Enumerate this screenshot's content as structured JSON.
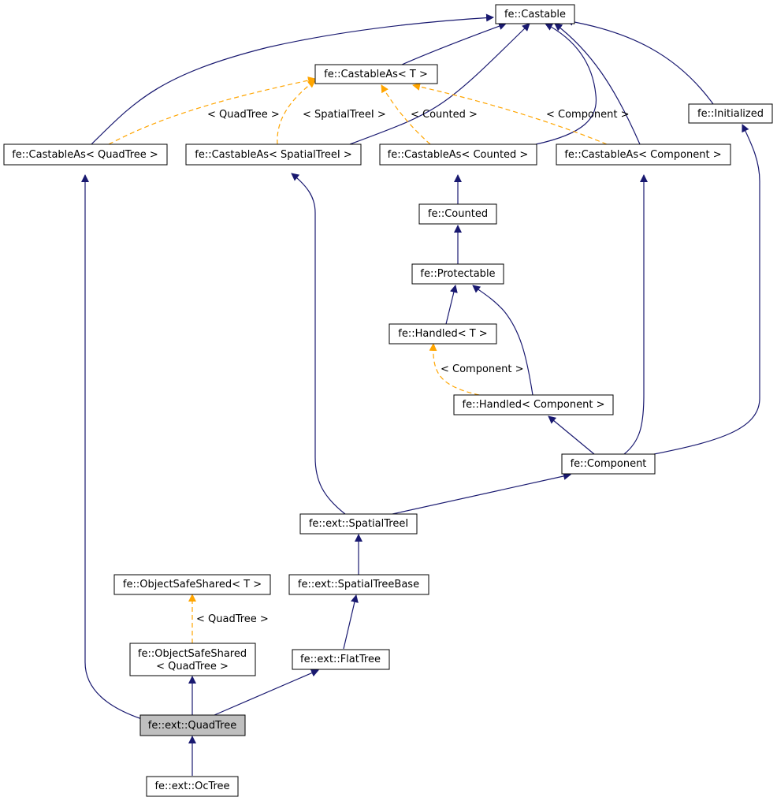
{
  "nodes": {
    "castable": "fe::Castable",
    "castable_as_t": "fe::CastableAs< T >",
    "initialized": "fe::Initialized",
    "castable_as_quadtree": "fe::CastableAs< QuadTree >",
    "castable_as_spatialtreei": "fe::CastableAs< SpatialTreeI >",
    "castable_as_counted": "fe::CastableAs< Counted >",
    "castable_as_component": "fe::CastableAs< Component >",
    "counted": "fe::Counted",
    "protectable": "fe::Protectable",
    "handled_t": "fe::Handled< T >",
    "handled_component": "fe::Handled< Component >",
    "component": "fe::Component",
    "spatialtreei": "fe::ext::SpatialTreeI",
    "objectsafeshared_t": "fe::ObjectSafeShared< T >",
    "spatialtreebase": "fe::ext::SpatialTreeBase",
    "objectsafeshared_quadtree_line1": "fe::ObjectSafeShared",
    "objectsafeshared_quadtree_line2": "< QuadTree >",
    "flattree": "fe::ext::FlatTree",
    "quadtree": "fe::ext::QuadTree",
    "octree": "fe::ext::OcTree"
  },
  "edge_labels": {
    "quadtree_template": "< QuadTree >",
    "spatialtreei_template": "< SpatialTreeI >",
    "counted_template": "< Counted >",
    "component_template": "< Component >",
    "handled_component_template": "< Component >",
    "objectsafeshared_template": "< QuadTree >"
  },
  "colors": {
    "inheritance_edge": "#191970",
    "template_edge": "#ffa500",
    "current_node_fill": "#bfbfbf"
  }
}
